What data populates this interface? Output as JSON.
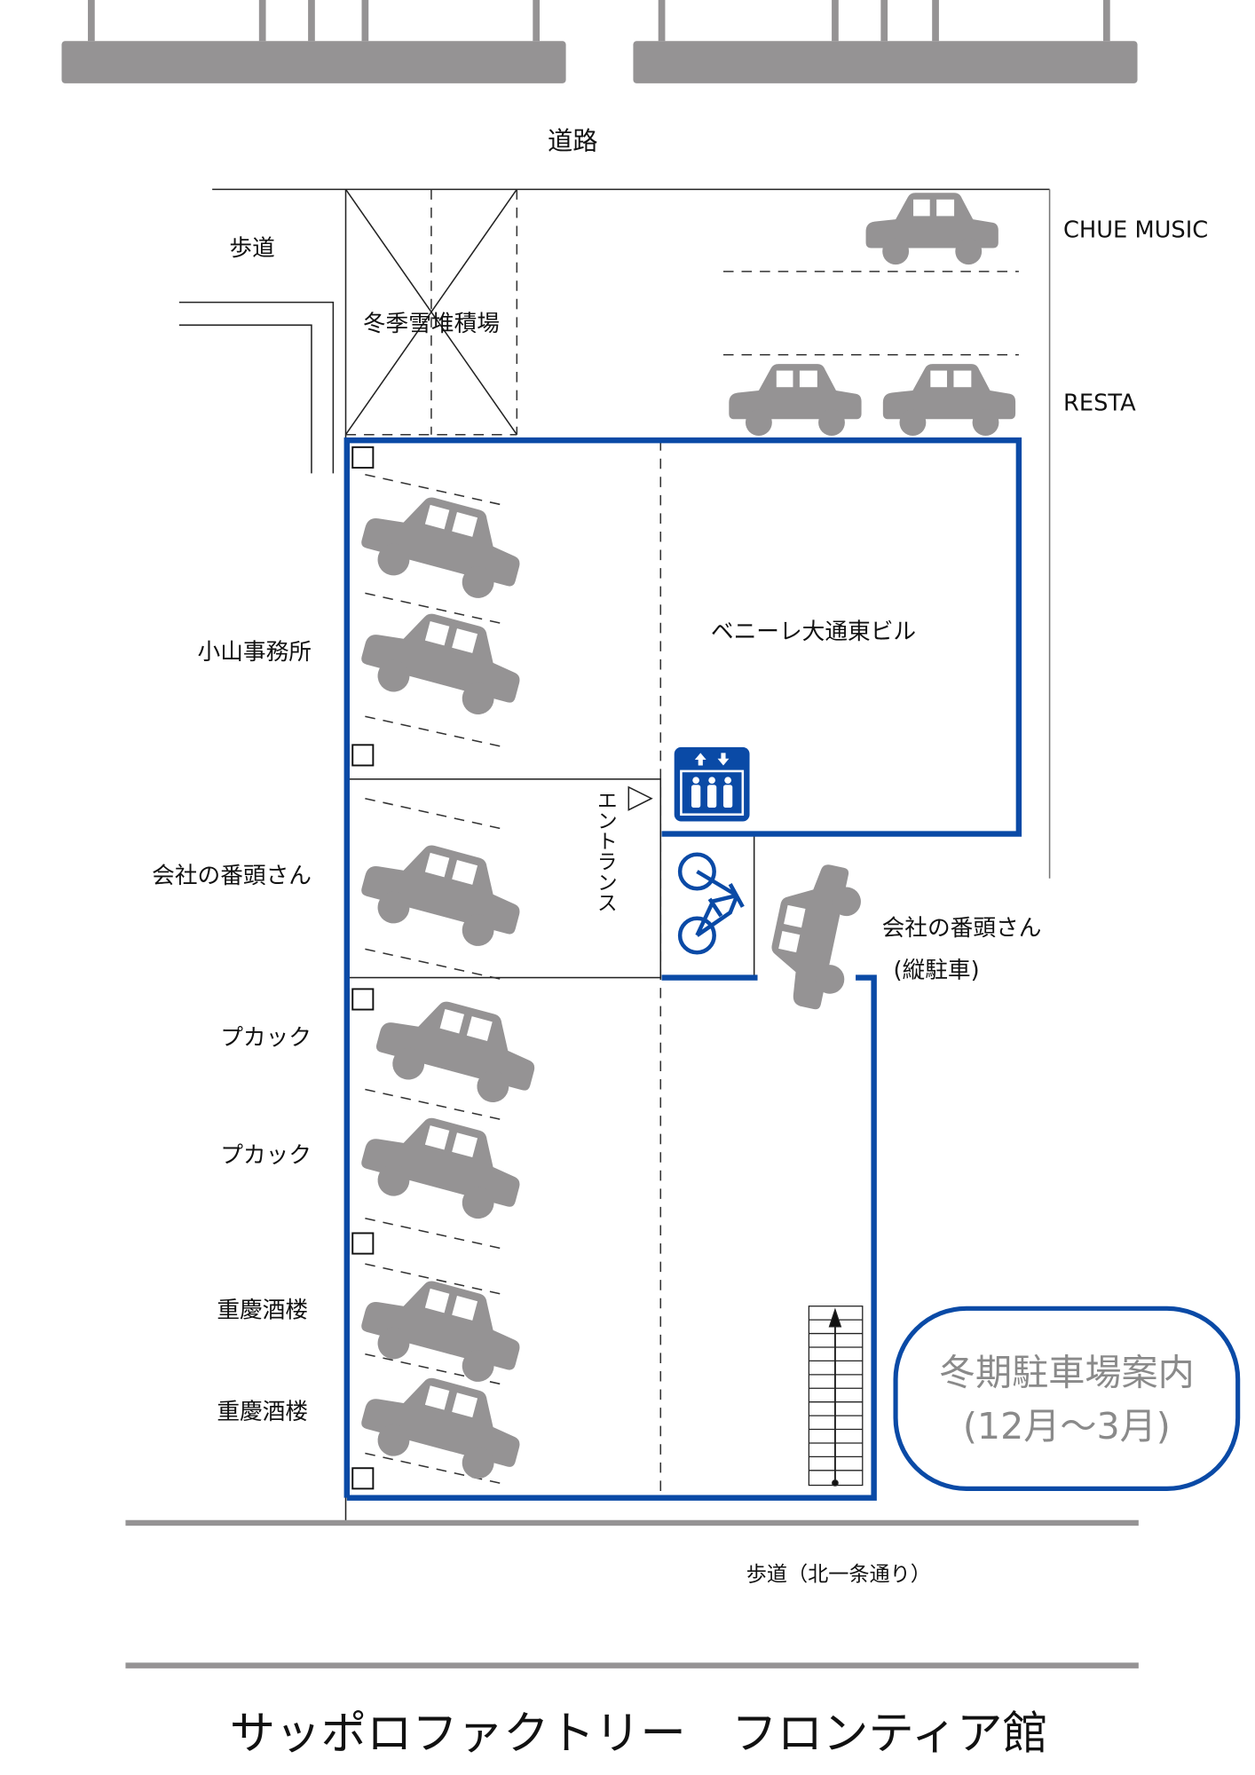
{
  "map": {
    "road_label": "道路",
    "sidewalk_label": "歩道",
    "snow_area_label": "冬季雪堆積場",
    "building_label": "ベニーレ大通東ビル",
    "entrance_label": "エントランス",
    "neighbor_right_top": "CHUE MUSIC",
    "neighbor_right_bottom": "RESTA",
    "stall_labels": [
      "小山事務所",
      "会社の番頭さん",
      "プカック",
      "プカック",
      "重慶酒楼",
      "重慶酒楼"
    ],
    "parallel_label": "会社の番頭さん",
    "parallel_note": "(縦駐車)",
    "bottom_sidewalk_label": "歩道（北一条通り）",
    "notice_line1": "冬期駐車場案内",
    "notice_line2": "(12月～3月)",
    "title": "サッポロファクトリー　フロンティア館"
  },
  "colors": {
    "accent_blue": "#0a4aa6",
    "car_gray": "#959394"
  },
  "icons": [
    "car-icon",
    "elevator-icon",
    "bicycle-icon",
    "stairs-icon",
    "entrance-arrow-icon"
  ]
}
